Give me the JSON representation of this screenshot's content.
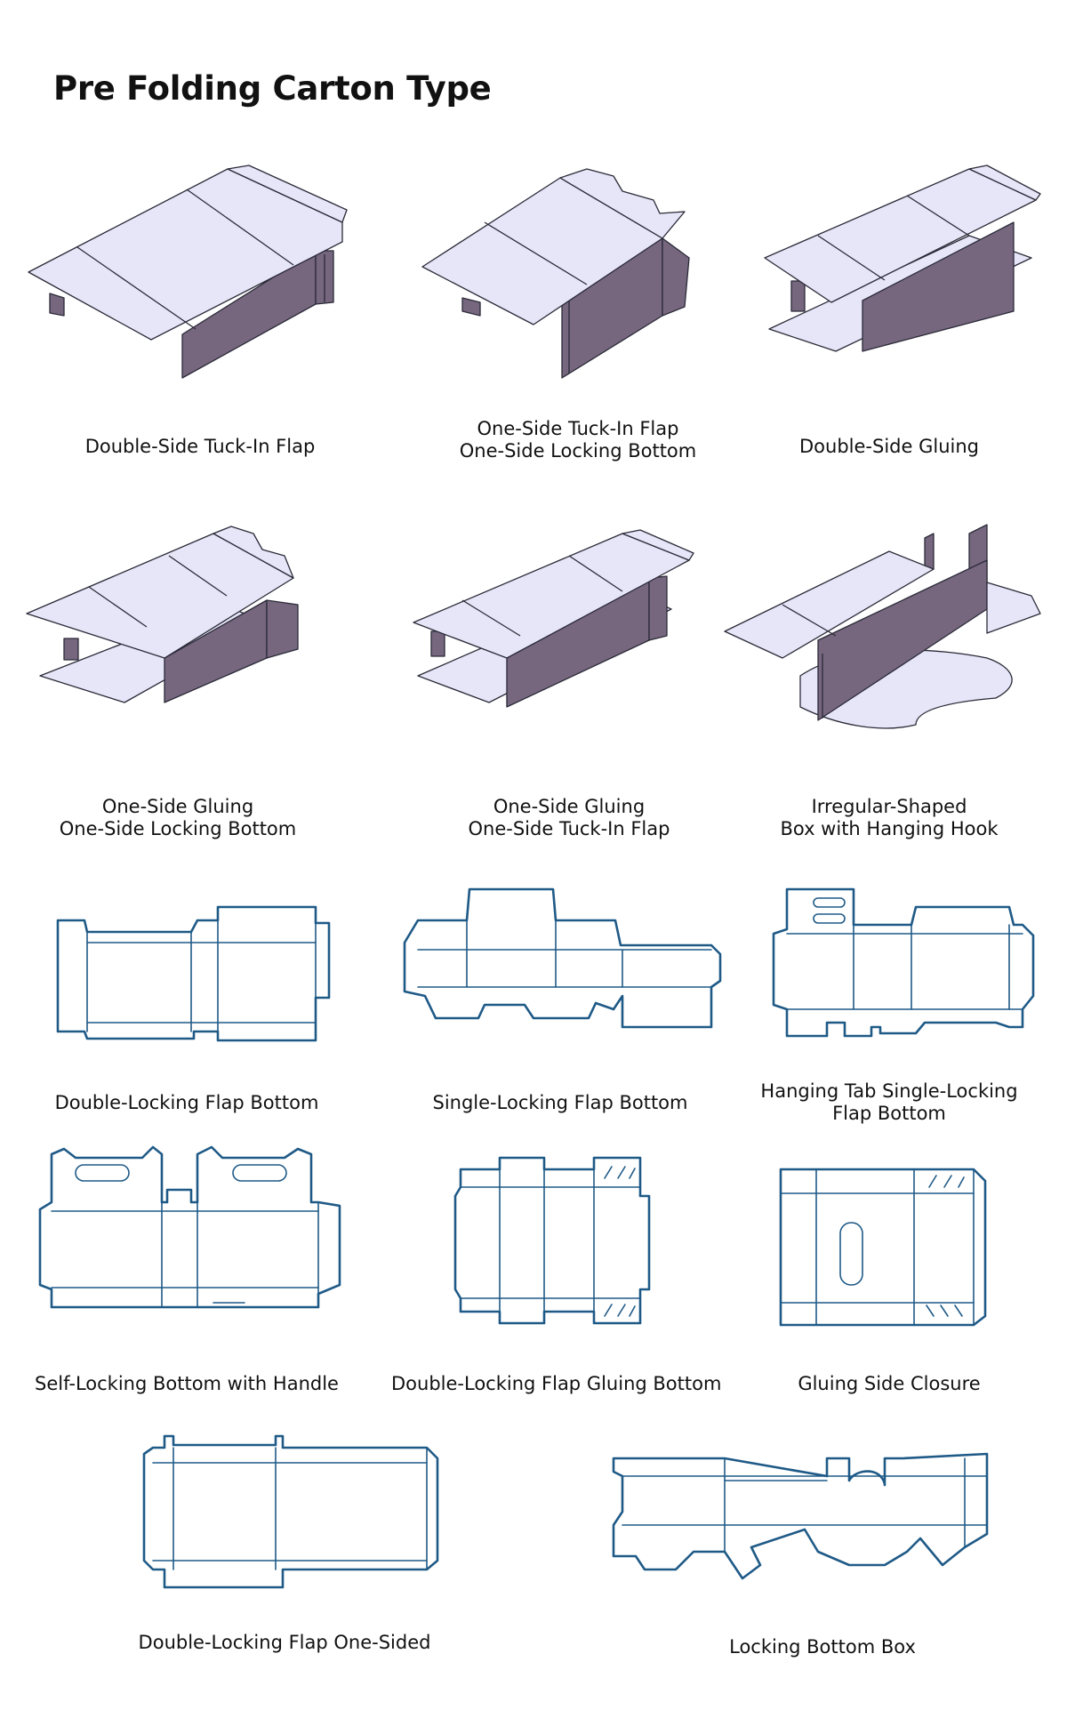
{
  "page_title": "Pre Folding Carton Type",
  "colors": {
    "panel_top": "#e6e6f8",
    "panel_side": "#76677e",
    "stroke_dark": "#2a2a38",
    "dieline_blue": "#1f5a87"
  },
  "cartons": [
    {
      "caption": [
        "Double-Side Tuck-In Flap"
      ]
    },
    {
      "caption": [
        "One-Side Tuck-In Flap",
        "One-Side Locking Bottom"
      ]
    },
    {
      "caption": [
        "Double-Side Gluing"
      ]
    },
    {
      "caption": [
        "One-Side Gluing",
        "One-Side Locking Bottom"
      ]
    },
    {
      "caption": [
        "One-Side Gluing",
        "One-Side Tuck-In Flap"
      ]
    },
    {
      "caption": [
        "Irregular-Shaped",
        "Box with Hanging Hook"
      ]
    },
    {
      "caption": [
        "Double-Locking Flap Bottom"
      ]
    },
    {
      "caption": [
        "Single-Locking Flap Bottom"
      ]
    },
    {
      "caption": [
        "Hanging Tab Single-Locking",
        "Flap Bottom"
      ]
    },
    {
      "caption": [
        "Self-Locking Bottom with Handle"
      ]
    },
    {
      "caption": [
        "Double-Locking Flap Gluing Bottom"
      ]
    },
    {
      "caption": [
        "Gluing Side Closure"
      ]
    },
    {
      "caption": [
        "Double-Locking Flap One-Sided"
      ]
    },
    {
      "caption": [
        "Locking Bottom Box"
      ]
    }
  ]
}
